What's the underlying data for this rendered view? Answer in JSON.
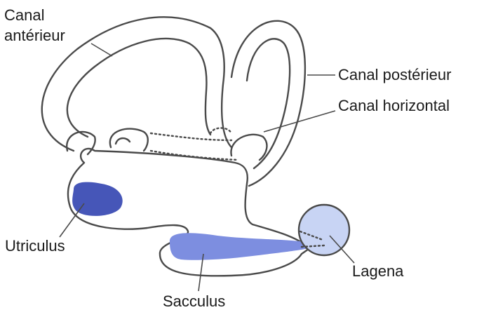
{
  "labels": {
    "canal_anterieur_line1": "Canal",
    "canal_anterieur_line2": "antérieur",
    "canal_posterieur": "Canal postérieur",
    "canal_horizontal": "Canal horizontal",
    "utriculus": "Utriculus",
    "sacculus": "Sacculus",
    "lagena": "Lagena"
  },
  "colors": {
    "utriculus_patch": "#4656b8",
    "sacculus_patch": "#7d8ee0",
    "lagena_patch": "#c8d4f4",
    "outline": "#4a4a4a"
  }
}
